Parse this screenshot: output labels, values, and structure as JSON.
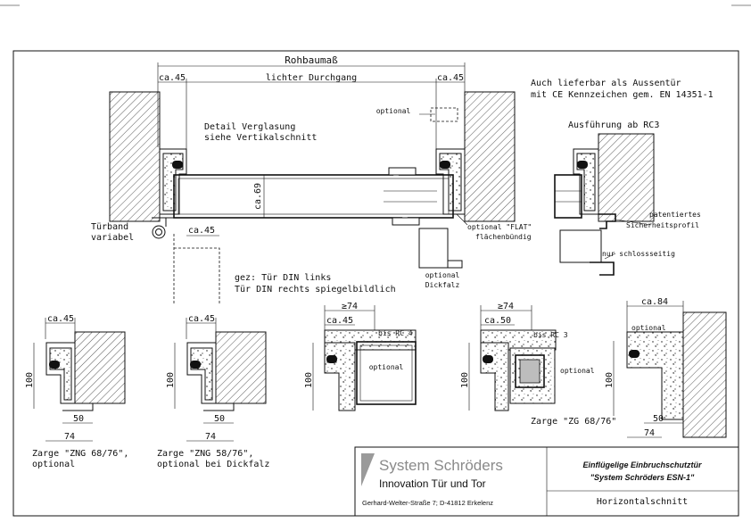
{
  "drawing": {
    "top_dimension": "Rohbaumaß",
    "clear_opening": "lichter Durchgang",
    "ca45": "ca.45",
    "ca50": "ca.50",
    "ca84": "ca.84",
    "ge74": "≥74",
    "ca69": "ca.69",
    "n100": "100",
    "n50": "50",
    "n74": "74",
    "optional": "optional",
    "detail_line1": "Detail Verglasung",
    "detail_line2": "siehe Vertikalschnitt",
    "hinge_line1": "Türband",
    "hinge_line2": "variabel",
    "drawn_line1": "gez: Tür DIN links",
    "drawn_line2": "Tür DIN rechts spiegelbildlich",
    "flat_line1": "optional \"FLAT\"",
    "flat_line2": "flächenbündig",
    "dickfalz_line1": "optional",
    "dickfalz_line2": "Dickfalz",
    "exterior_line1": "Auch lieferbar als Aussentür",
    "exterior_line2": "mit CE Kennzeichen gem. EN 14351-1",
    "rc3_title": "Ausführung ab RC3",
    "patent_line1": "patentiertes",
    "patent_line2": "Sicherheitsprofil",
    "lock_side": "nur schlossseitig",
    "bis_rc4": "bis RC 4",
    "bis_rc3": "bis RC 3",
    "zarge1_line1": "Zarge \"ZNG 68/76\",",
    "zarge1_line2": "optional",
    "zarge2_line1": "Zarge \"ZNG 58/76\",",
    "zarge2_line2": "optional bei Dickfalz",
    "zarge3": "Zarge \"ZG 68/76\""
  },
  "title_block": {
    "company": "System Schröders",
    "tagline": "Innovation Tür und Tor",
    "address": "Gerhard-Welter-Straße 7;  D-41812 Erkelenz",
    "title_line1": "Einflügelige Einbruchschutztür",
    "title_line2": "\"System Schröders ESN-1\"",
    "view": "Horizontalschnitt"
  }
}
